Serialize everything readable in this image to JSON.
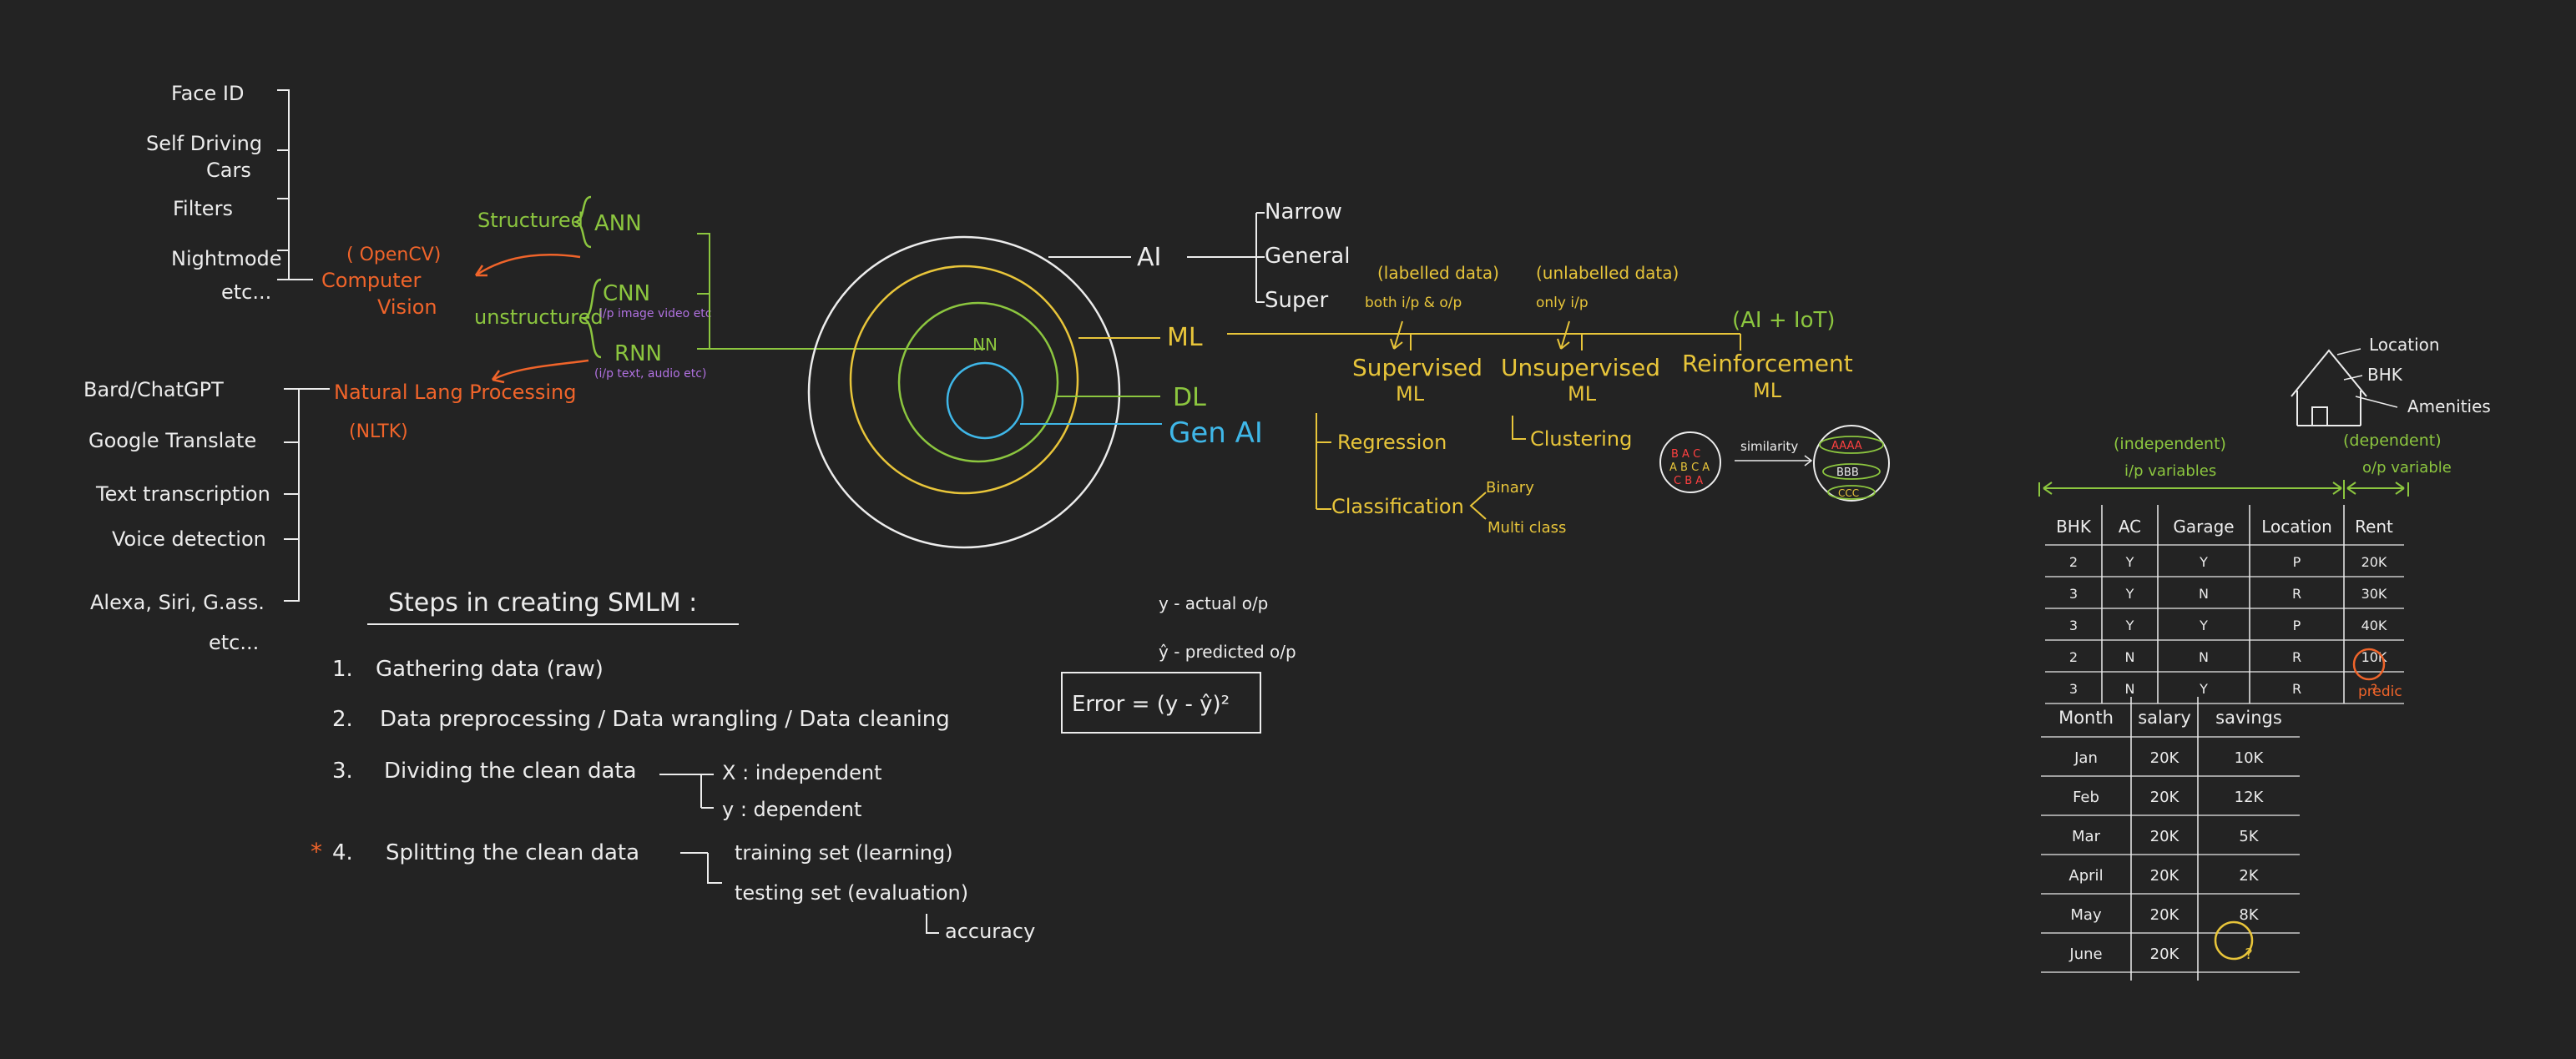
{
  "colors": {
    "background": "#232323",
    "white": "#ececec",
    "yellow": "#e8c53a",
    "green": "#8cc63f",
    "orange": "#f0642a",
    "purple": "#b071e0",
    "blue": "#3fb7e8",
    "red": "#ff4040"
  },
  "cv_list": {
    "face_id": "Face ID",
    "self_driving_1": "Self Driving",
    "self_driving_2": "Cars",
    "filters": "Filters",
    "nightmode": "Nightmode",
    "etc": "etc..."
  },
  "cv": {
    "opencv": "( OpenCV)",
    "label_1": "Computer",
    "label_2": "Vision"
  },
  "nlp_list": {
    "bard": "Bard/ChatGPT",
    "google": "Google Translate",
    "text": "Text transcription",
    "voice": "Voice detection",
    "alexa": "Alexa, Siri, G.ass.",
    "etc": "etc..."
  },
  "nlp": {
    "label": "Natural Lang Processing",
    "nltk": "(NLTK)"
  },
  "nn_types": {
    "structured": "Structured",
    "ann": "ANN",
    "unstructured": "unstructured",
    "cnn": "CNN",
    "cnn_note": "i/p image video etc",
    "rnn": "RNN",
    "rnn_note": "(i/p text, audio etc)"
  },
  "circles": {
    "ai": "AI",
    "ml": "ML",
    "dl": "DL",
    "genai": "Gen AI",
    "nn": "NN"
  },
  "ai_types": {
    "narrow": "Narrow",
    "general": "General",
    "super": "Super"
  },
  "ml_types": {
    "labelled": "(labelled data)",
    "labelled_io": "both i/p & o/p",
    "supervised_1": "Supervised",
    "supervised_2": "ML",
    "unlabelled": "(unlabelled data)",
    "unlabelled_io": "only i/p",
    "unsupervised_1": "Unsupervised",
    "unsupervised_2": "ML",
    "aiiot": "(AI + IoT)",
    "reinforcement_1": "Reinforcement",
    "reinforcement_2": "ML"
  },
  "supervised_tasks": {
    "regression": "Regression",
    "classification": "Classification",
    "binary": "Binary",
    "multiclass": "Multi class"
  },
  "unsupervised_tasks": {
    "clustering": "Clustering",
    "similarity": "similarity",
    "cluster_a": "AAAA",
    "cluster_b": "BBB",
    "cluster_c": "CCC"
  },
  "error_formula": {
    "y_actual": "y - actual o/p",
    "y_pred": "ŷ - predicted o/p",
    "formula": "Error = (y - ŷ)²"
  },
  "steps": {
    "title": "Steps in creating SMLM :",
    "s1_num": "1.",
    "s1": "Gathering data (raw)",
    "s2_num": "2.",
    "s2": "Data preprocessing / Data wrangling / Data cleaning",
    "s3_num": "3.",
    "s3": "Dividing the clean data",
    "s3_x": "X : independent",
    "s3_y": "y : dependent",
    "star": "*",
    "s4_num": "4.",
    "s4": "Splitting the clean data",
    "s4_train": "training set (learning)",
    "s4_test": "testing set (evaluation)",
    "s4_acc": "accuracy"
  },
  "house": {
    "location": "Location",
    "bhk": "BHK",
    "amenities": "Amenities"
  },
  "rent_table": {
    "independent": "(independent)",
    "independent_sub": "i/p variables",
    "dependent": "(dependent)",
    "dependent_sub": "o/p variable",
    "headers": [
      "BHK",
      "AC",
      "Garage",
      "Location",
      "Rent"
    ],
    "rows": [
      [
        "2",
        "Y",
        "Y",
        "P",
        "20K"
      ],
      [
        "3",
        "Y",
        "N",
        "R",
        "30K"
      ],
      [
        "3",
        "Y",
        "Y",
        "P",
        "40K"
      ],
      [
        "2",
        "N",
        "N",
        "R",
        "10K"
      ],
      [
        "3",
        "N",
        "Y",
        "R",
        "?"
      ]
    ],
    "predict": "predic"
  },
  "savings_table": {
    "headers": [
      "Month",
      "salary",
      "savings"
    ],
    "rows": [
      [
        "Jan",
        "20K",
        "10K"
      ],
      [
        "Feb",
        "20K",
        "12K"
      ],
      [
        "Mar",
        "20K",
        "5K"
      ],
      [
        "April",
        "20K",
        "2K"
      ],
      [
        "May",
        "20K",
        "8K"
      ],
      [
        "June",
        "20K",
        "?"
      ]
    ]
  }
}
